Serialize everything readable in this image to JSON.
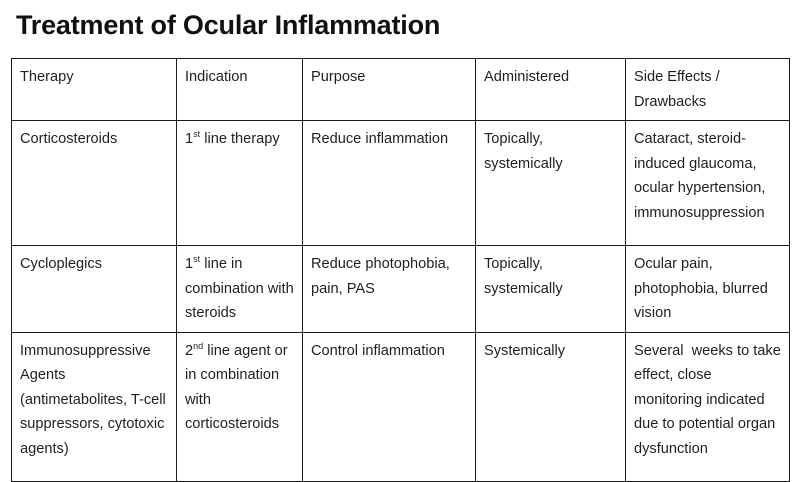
{
  "page": {
    "title": "Treatment of Ocular Inflammation"
  },
  "table": {
    "headers": [
      "Therapy",
      "Indication",
      "Purpose",
      "Administered",
      "Side Effects / Drawbacks"
    ],
    "rows": [
      {
        "therapy": "Corticosteroids",
        "indication_prefix": "1",
        "indication_sup": "st",
        "indication_rest": " line therapy",
        "purpose": "Reduce inflammation",
        "administered": "Topically, systemically",
        "side_effects": "Cataract, steroid-induced glaucoma, ocular hypertension, immunosuppression"
      },
      {
        "therapy": "Cycloplegics",
        "indication_prefix": "1",
        "indication_sup": "st",
        "indication_rest": " line in combination with steroids",
        "purpose": "Reduce photophobia, pain, PAS",
        "administered": "Topically, systemically",
        "side_effects": "Ocular pain, photophobia, blurred vision"
      },
      {
        "therapy": "Immunosuppressive Agents (antimetabolites, T-cell suppressors, cytotoxic agents)",
        "indication_prefix": "2",
        "indication_sup": "nd",
        "indication_rest": " line agent or in combination with corticosteroids",
        "purpose": "Control inflammation",
        "administered": "Systemically",
        "side_effects": "Several  weeks to take effect, close monitoring indicated due to potential organ dysfunction"
      }
    ]
  },
  "colors": {
    "border": "#1a1a1a",
    "text": "#1f1f1f",
    "background": "#ffffff"
  }
}
